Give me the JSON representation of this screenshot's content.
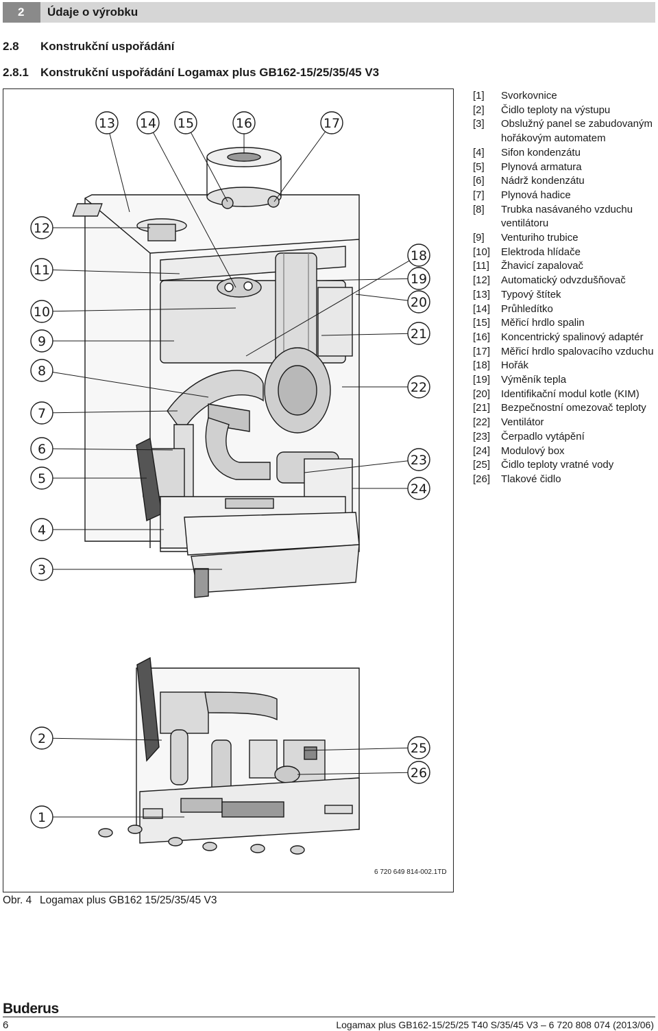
{
  "header": {
    "chapter_number": "2",
    "chapter_title": "Údaje o výrobku"
  },
  "section": {
    "number": "2.8",
    "title": "Konstrukční uspořádání"
  },
  "subsection": {
    "number": "2.8.1",
    "title": "Konstrukční uspořádání Logamax plus GB162-15/25/35/45 V3"
  },
  "figure": {
    "callouts_left": [
      "12",
      "11",
      "10",
      "9",
      "8",
      "7",
      "6",
      "5",
      "4",
      "3",
      "2",
      "1"
    ],
    "callouts_top": [
      "13",
      "14",
      "15",
      "16",
      "17"
    ],
    "callouts_right": [
      "18",
      "19",
      "20",
      "21",
      "22",
      "23",
      "24",
      "25",
      "26"
    ],
    "drawing_code": "6 720 649 814-002.1TD",
    "caption_label": "Obr. 4",
    "caption_text": "Logamax plus GB162 15/25/35/45 V3"
  },
  "legend": [
    {
      "idx": "[1]",
      "text": "Svorkovnice"
    },
    {
      "idx": "[2]",
      "text": "Čidlo teploty na výstupu"
    },
    {
      "idx": "[3]",
      "text": "Obslužný panel se zabudovaným hořákovým automatem"
    },
    {
      "idx": "[4]",
      "text": "Sifon kondenzátu"
    },
    {
      "idx": "[5]",
      "text": "Plynová armatura"
    },
    {
      "idx": "[6]",
      "text": "Nádrž kondenzátu"
    },
    {
      "idx": "[7]",
      "text": "Plynová hadice"
    },
    {
      "idx": "[8]",
      "text": "Trubka nasávaného vzduchu ventilátoru"
    },
    {
      "idx": "[9]",
      "text": "Venturiho trubice"
    },
    {
      "idx": "[10]",
      "text": "Elektroda hlídače"
    },
    {
      "idx": "[11]",
      "text": "Žhavicí zapalovač"
    },
    {
      "idx": "[12]",
      "text": "Automatický odvzdušňovač"
    },
    {
      "idx": "[13]",
      "text": "Typový štítek"
    },
    {
      "idx": "[14]",
      "text": "Průhledítko"
    },
    {
      "idx": "[15]",
      "text": "Měřicí hrdlo spalin"
    },
    {
      "idx": "[16]",
      "text": "Koncentrický spalinový adaptér"
    },
    {
      "idx": "[17]",
      "text": "Měřicí hrdlo spalovacího vzduchu"
    },
    {
      "idx": "[18]",
      "text": "Hořák"
    },
    {
      "idx": "[19]",
      "text": "Výměník tepla"
    },
    {
      "idx": "[20]",
      "text": "Identifikační modul kotle (KIM)"
    },
    {
      "idx": "[21]",
      "text": "Bezpečnostní omezovač teploty"
    },
    {
      "idx": "[22]",
      "text": "Ventilátor"
    },
    {
      "idx": "[23]",
      "text": "Čerpadlo vytápění"
    },
    {
      "idx": "[24]",
      "text": "Modulový box"
    },
    {
      "idx": "[25]",
      "text": "Čidlo teploty vratné vody"
    },
    {
      "idx": "[26]",
      "text": "Tlakové čidlo"
    }
  ],
  "footer": {
    "logo": "Buderus",
    "page_number": "6",
    "text": "Logamax plus GB162-15/25/25 T40 S/35/45 V3 – 6 720 808 074 (2013/06)"
  }
}
